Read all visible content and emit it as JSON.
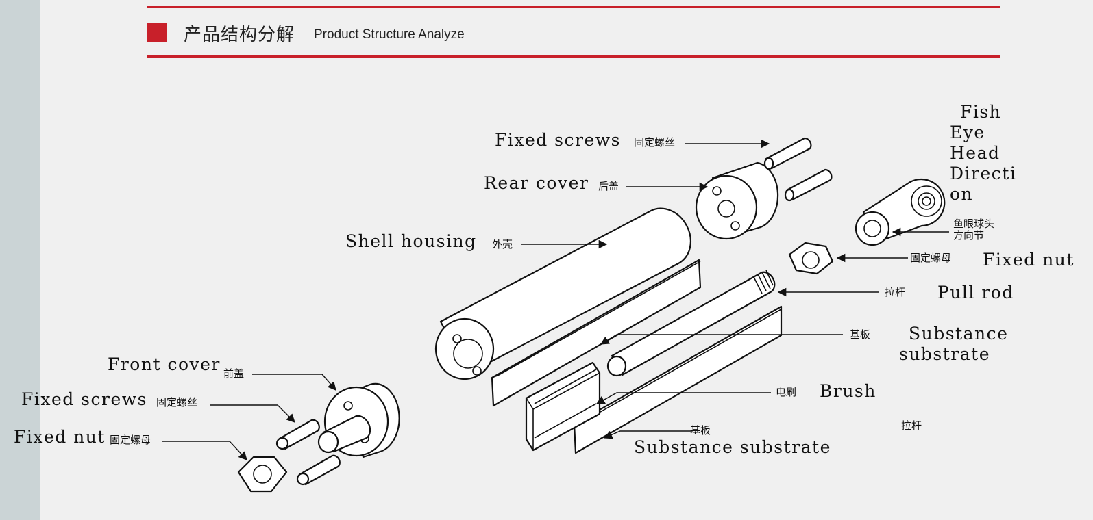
{
  "header": {
    "title_cn": "产品结构分解",
    "title_en": "Product Structure Analyze"
  },
  "labels": {
    "fixed_screws_top_en": "Fixed screws",
    "fixed_screws_top_cn": "固定螺丝",
    "rear_cover_en": "Rear cover",
    "rear_cover_cn": "后盖",
    "shell_housing_en": "Shell housing",
    "shell_housing_cn": "外壳",
    "fish_eye_en_1": "Fish",
    "fish_eye_en_2": "Eye",
    "fish_eye_en_3": "Head",
    "fish_eye_en_4": "Directi",
    "fish_eye_en_5": "on",
    "fish_eye_cn_1": "鱼眼球头",
    "fish_eye_cn_2": "方向节",
    "fixed_nut_right_cn": "固定螺母",
    "fixed_nut_right_en": "Fixed nut",
    "pull_rod_cn": "拉杆",
    "pull_rod_en": "Pull rod",
    "substrate_upper_cn": "基板",
    "substrate_upper_en_1": "Substance",
    "substrate_upper_en_2": "substrate",
    "brush_cn": "电刷",
    "brush_en": "Brush",
    "pull_rod_extra_cn": "拉杆",
    "substrate_lower_cn": "基板",
    "substrate_lower_en": "Substance substrate",
    "front_cover_en": "Front cover",
    "front_cover_cn": "前盖",
    "fixed_screws_left_en": "Fixed screws",
    "fixed_screws_left_cn": "固定螺丝",
    "fixed_nut_left_en": "Fixed nut",
    "fixed_nut_left_cn": "固定螺母"
  },
  "colors": {
    "accent": "#c8202a",
    "side_strip": "#cbd4d6",
    "background": "#f0f0f0"
  }
}
